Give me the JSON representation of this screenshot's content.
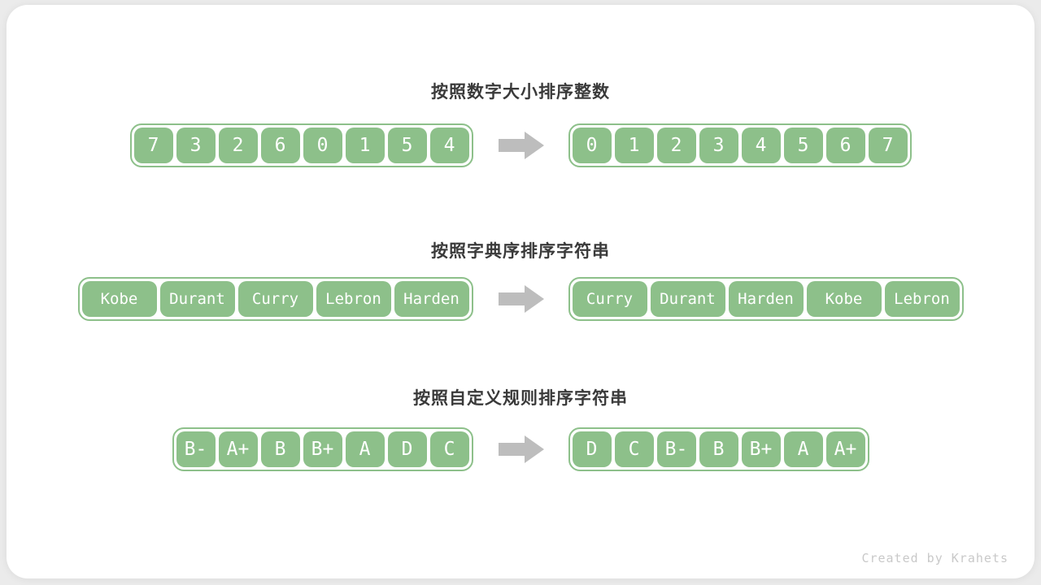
{
  "watermark": "Created by Krahets",
  "colors": {
    "page_bg": "#ebebeb",
    "card_bg": "#ffffff",
    "cell_green": "#8dc08a",
    "cell_text": "#ffffff",
    "title_text": "#3a3a3a",
    "arrow_gray": "#bdbdbd",
    "watermark_text": "#c9c9c9"
  },
  "sections": [
    {
      "id": "sort-integers",
      "title": "按照数字大小排序整数",
      "cell_size": "sm",
      "before": [
        "7",
        "3",
        "2",
        "6",
        "0",
        "1",
        "5",
        "4"
      ],
      "after": [
        "0",
        "1",
        "2",
        "3",
        "4",
        "5",
        "6",
        "7"
      ]
    },
    {
      "id": "sort-strings-lexicographic",
      "title": "按照字典序排序字符串",
      "cell_size": "lg",
      "before": [
        "Kobe",
        "Durant",
        "Curry",
        "Lebron",
        "Harden"
      ],
      "after": [
        "Curry",
        "Durant",
        "Harden",
        "Kobe",
        "Lebron"
      ]
    },
    {
      "id": "sort-strings-custom-rule",
      "title": "按照自定义规则排序字符串",
      "cell_size": "sm",
      "before": [
        "B-",
        "A+",
        "B",
        "B+",
        "A",
        "D",
        "C"
      ],
      "after": [
        "D",
        "C",
        "B-",
        "B",
        "B+",
        "A",
        "A+"
      ]
    }
  ]
}
